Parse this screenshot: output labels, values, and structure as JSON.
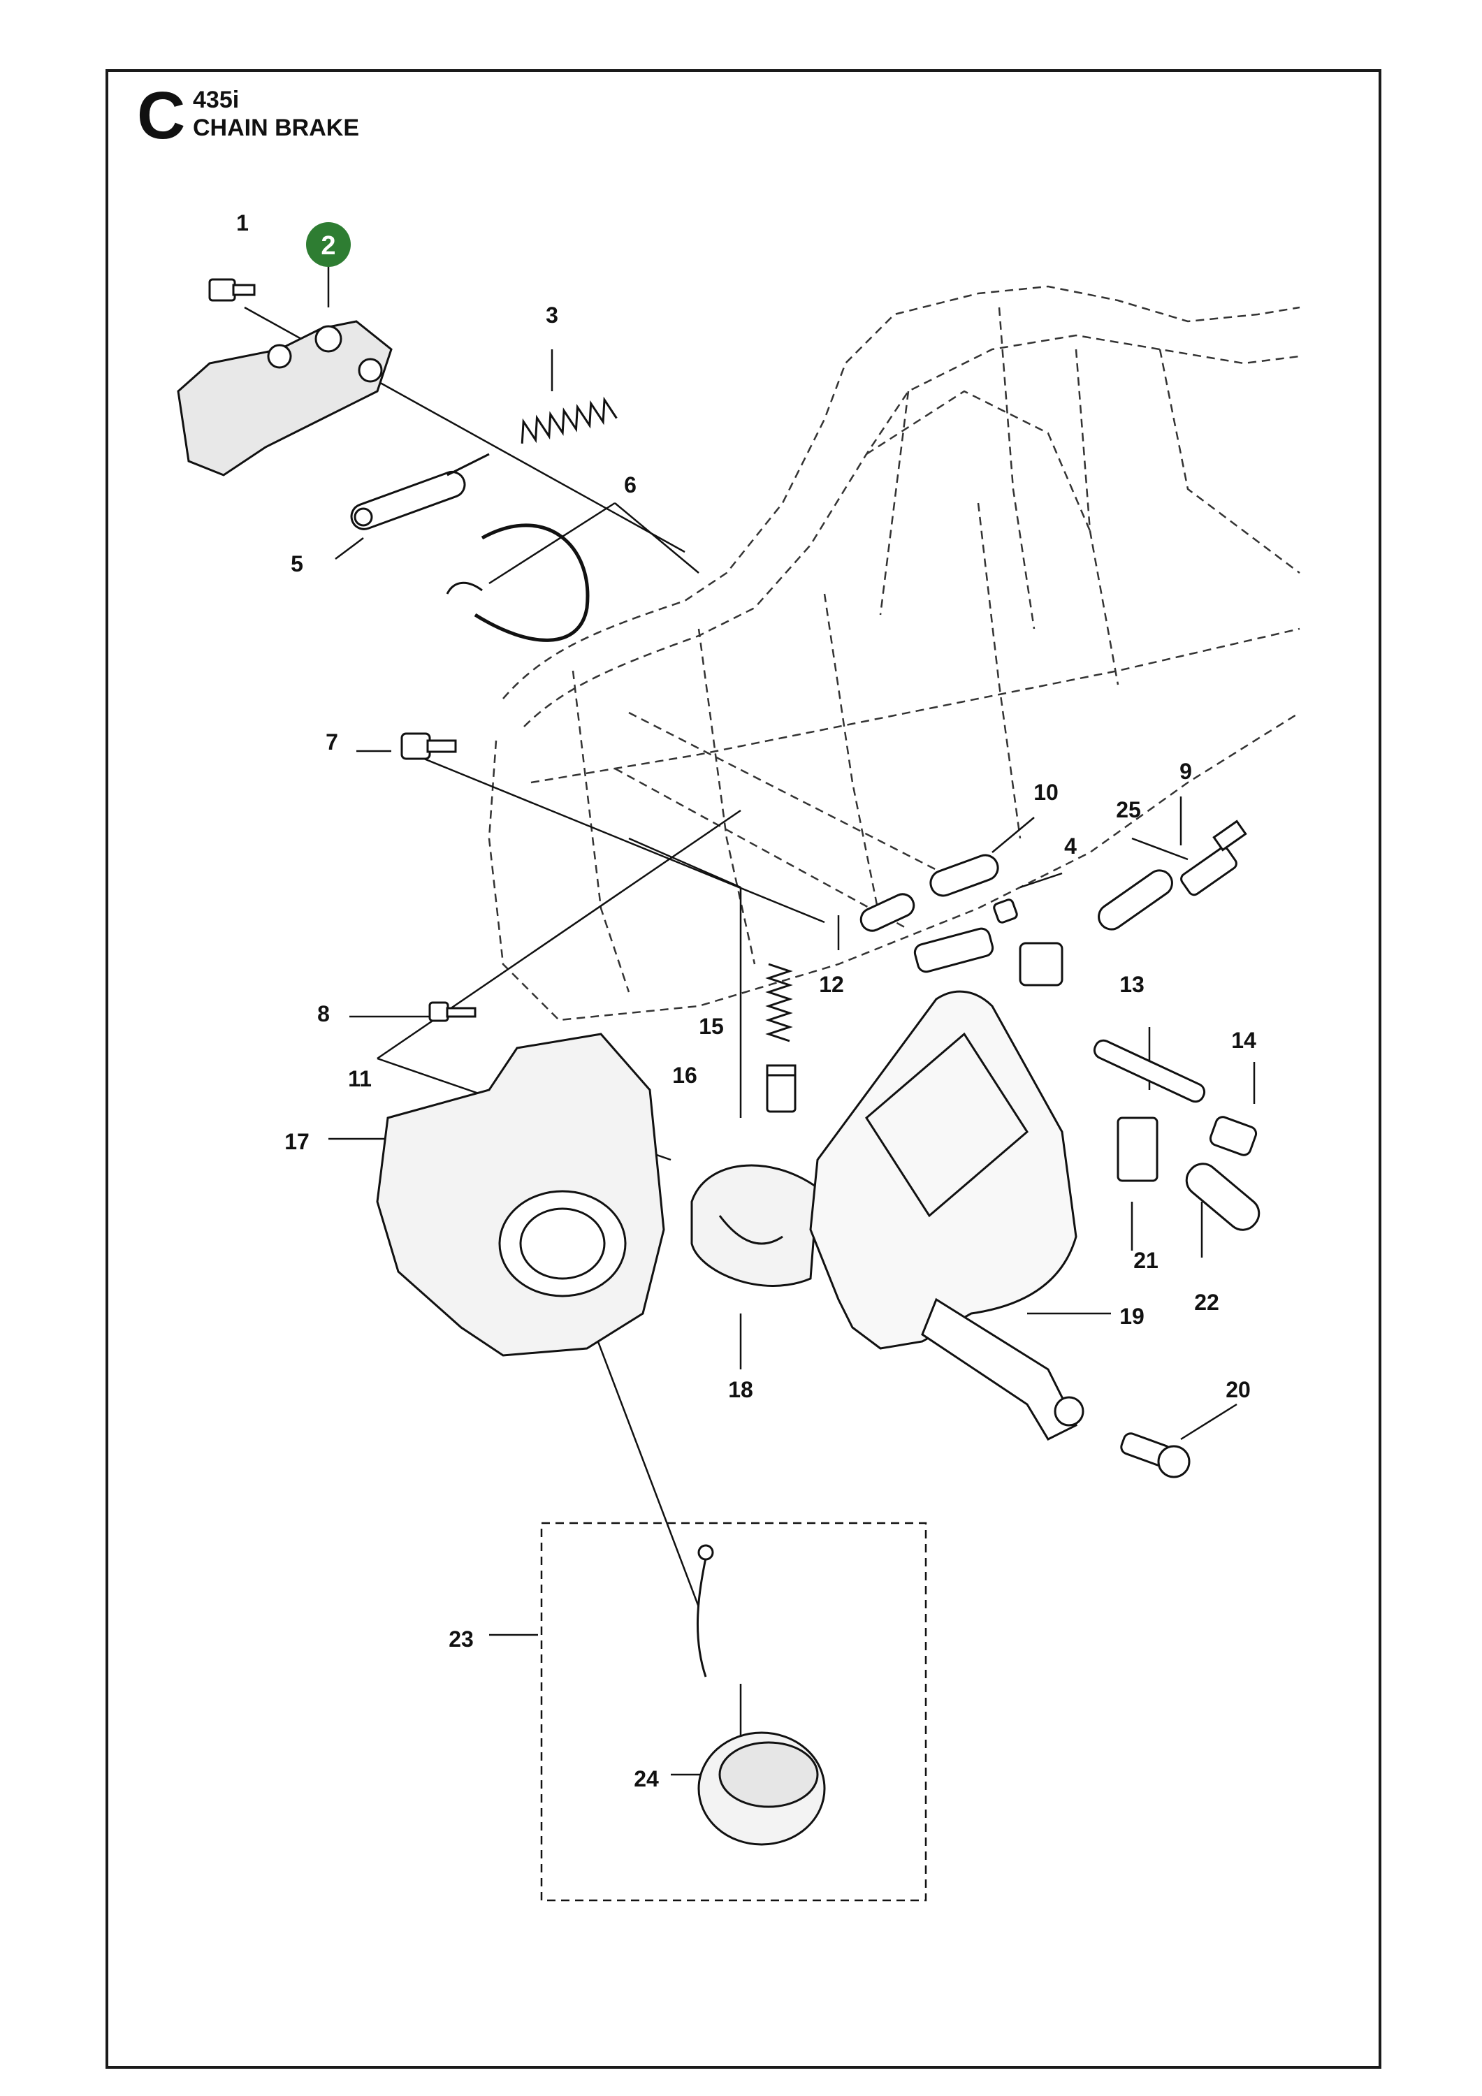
{
  "header": {
    "section_letter": "C",
    "model": "435i",
    "title": "CHAIN BRAKE"
  },
  "highlight": {
    "part_number": "2",
    "color": "#2e7d32"
  },
  "callouts": [
    {
      "id": "1",
      "label": "1"
    },
    {
      "id": "3",
      "label": "3"
    },
    {
      "id": "4",
      "label": "4"
    },
    {
      "id": "5",
      "label": "5"
    },
    {
      "id": "6",
      "label": "6"
    },
    {
      "id": "7",
      "label": "7"
    },
    {
      "id": "8",
      "label": "8"
    },
    {
      "id": "9",
      "label": "9"
    },
    {
      "id": "10",
      "label": "10"
    },
    {
      "id": "11",
      "label": "11"
    },
    {
      "id": "12",
      "label": "12"
    },
    {
      "id": "13",
      "label": "13"
    },
    {
      "id": "14",
      "label": "14"
    },
    {
      "id": "15",
      "label": "15"
    },
    {
      "id": "16",
      "label": "16"
    },
    {
      "id": "17",
      "label": "17"
    },
    {
      "id": "18",
      "label": "18"
    },
    {
      "id": "19",
      "label": "19"
    },
    {
      "id": "20",
      "label": "20"
    },
    {
      "id": "21",
      "label": "21"
    },
    {
      "id": "22",
      "label": "22"
    },
    {
      "id": "23",
      "label": "23"
    },
    {
      "id": "24",
      "label": "24"
    },
    {
      "id": "25",
      "label": "25"
    }
  ]
}
